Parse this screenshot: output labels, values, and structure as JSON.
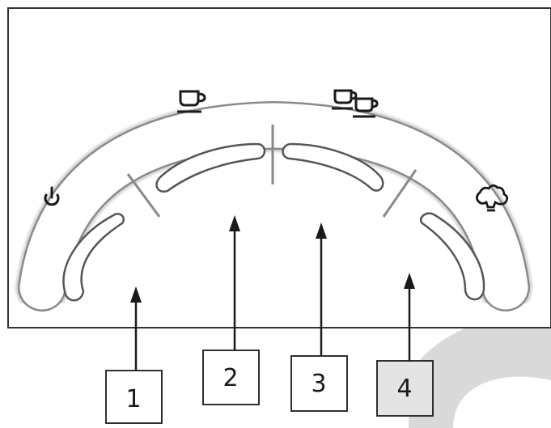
{
  "buttons": [
    {
      "id": "power",
      "icon": "power-icon"
    },
    {
      "id": "single-cup",
      "icon": "single-cup-icon"
    },
    {
      "id": "double-cup",
      "icon": "double-cup-icon"
    },
    {
      "id": "steam",
      "icon": "steam-icon"
    }
  ],
  "callouts": [
    "1",
    "2",
    "3",
    "4"
  ],
  "colors": {
    "panel_border": "#333333",
    "button_outline": "#555555",
    "background_shape": "#d9d9d9"
  }
}
